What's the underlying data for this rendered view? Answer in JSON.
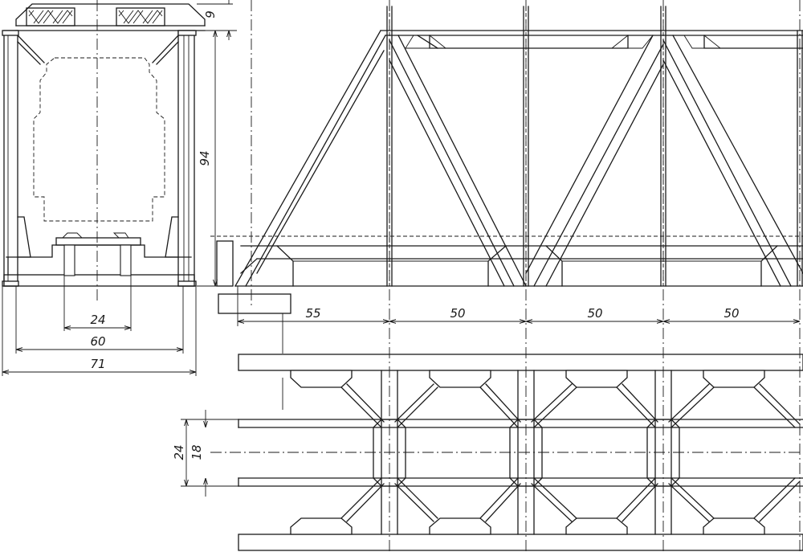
{
  "dimensions": {
    "top_offset": "9",
    "height": "94",
    "rail_gauge": "24",
    "inner_width": "60",
    "outer_width": "71",
    "end_panel": "55",
    "panel_1": "50",
    "panel_2": "50",
    "panel_3": "50",
    "stringer_outer": "24",
    "stringer_inner": "18"
  }
}
